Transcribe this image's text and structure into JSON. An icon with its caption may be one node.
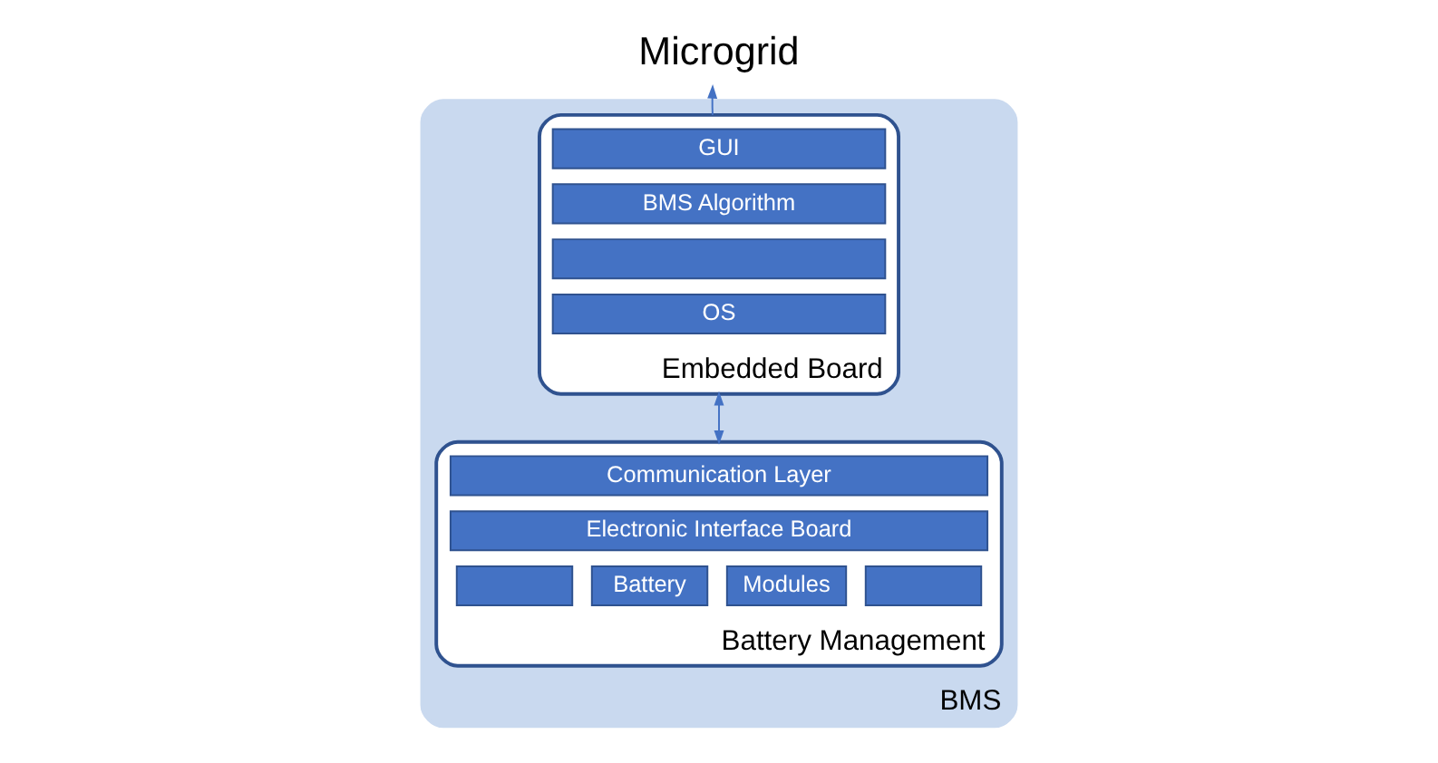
{
  "diagram": {
    "nodes": [
      {
        "text": [
          "Microgrid"
        ]
      },
      {
        "text": [
          "BMS"
        ]
      },
      {
        "text": [
          "Embedded Board"
        ],
        "in": 1
      },
      {
        "text": [
          "GUI"
        ],
        "in": 2
      },
      {
        "text": [
          "BMS Algorithm"
        ],
        "in": 2
      },
      {
        "text": [],
        "shape": "box",
        "in": 2
      },
      {
        "text": [
          "OS"
        ],
        "in": 2
      },
      {
        "text": [
          "Battery Management"
        ],
        "in": 1
      },
      {
        "text": [
          "Communication Layer"
        ],
        "in": 7
      },
      {
        "text": [
          "Electronic Interface Board"
        ],
        "in": 7
      },
      {
        "text": [],
        "shape": "box",
        "in": 7
      },
      {
        "text": [
          "Battery"
        ],
        "in": 7
      },
      {
        "text": [
          "Modules"
        ],
        "in": 7
      },
      {
        "text": [],
        "shape": "box",
        "in": 7
      }
    ],
    "edges": [
      {
        "from": 2,
        "to": 0,
        "arrow": "to"
      },
      {
        "from": 2,
        "to": 7,
        "arrow": "both"
      }
    ]
  }
}
